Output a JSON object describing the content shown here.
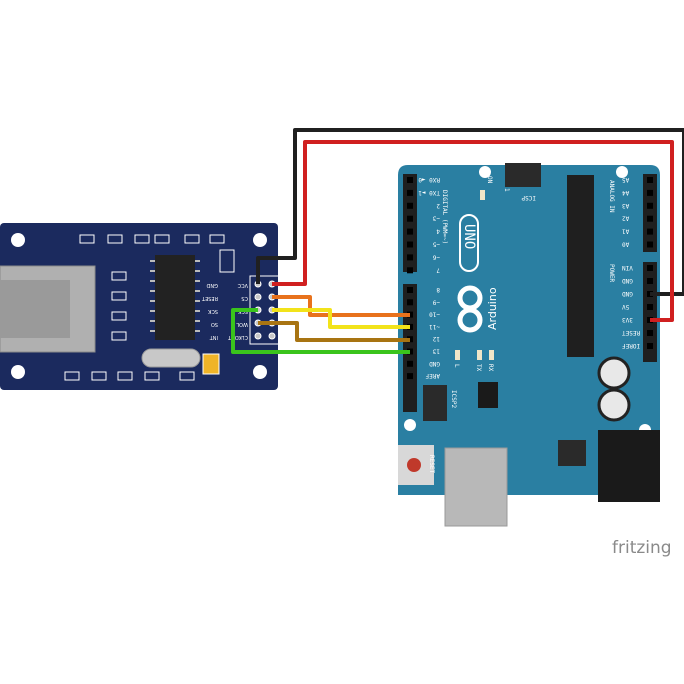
{
  "module": {
    "pins_left": [
      "VCC",
      "CS",
      "SCK",
      "WOL",
      "CLKOUT"
    ],
    "pins_right": [
      "GND",
      "RESET",
      "SCK",
      "SO",
      "INT"
    ]
  },
  "arduino": {
    "model": "UNO",
    "brand": "Arduino",
    "digital_label": "DIGITAL (PWM=~)",
    "analog_label": "ANALOG IN",
    "power_label": "POWER",
    "icsp_label": "ICSP",
    "icsp2_label": "ICSP2",
    "icsp_pin1": "1",
    "on_label": "ON",
    "reset_label": "RESET",
    "led_labels": [
      "L",
      "TX",
      "RX"
    ],
    "digital_pins_top": [
      "RX0 ◄0",
      "TX0 ►1",
      "2",
      "~3",
      "4",
      "~5",
      "~6",
      "7"
    ],
    "digital_pins_bottom": [
      "8",
      "~9",
      "~10",
      "~11",
      "12",
      "13",
      "GND",
      "AREF"
    ],
    "analog_pins": [
      "A5",
      "A4",
      "A3",
      "A2",
      "A1",
      "A0"
    ],
    "power_pins": [
      "VIN",
      "GND",
      "GND",
      "5V",
      "3V3",
      "RESET",
      "IOREF"
    ]
  },
  "watermark": "fritzing",
  "colors": {
    "pcb_module": "#1b2a5e",
    "pcb_arduino": "#2a7fa2",
    "wire_red": "#d02020",
    "wire_black": "#202020",
    "wire_orange": "#e8721c",
    "wire_yellow": "#f2e31a",
    "wire_brown": "#a87412",
    "wire_green": "#3ac41c"
  }
}
